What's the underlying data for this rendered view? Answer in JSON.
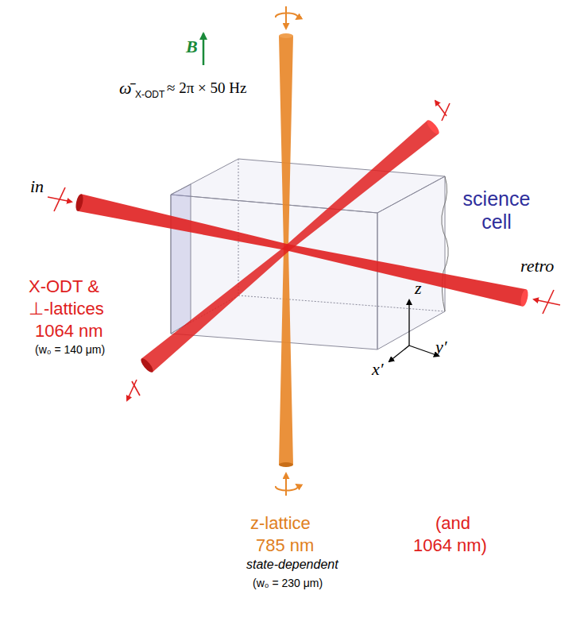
{
  "diagram": {
    "labels": [
      "B",
      "ω̄",
      "X-ODT",
      "≈ 2π × 50 Hz",
      "in",
      "science cell",
      "retro",
      "X-ODT &",
      "⊥-lattices",
      "1064 nm",
      "(w₀ = 140 μm)",
      "z",
      "x′",
      "y′",
      "z-lattice",
      "785 nm",
      "state-dependent",
      "(w₀ = 230 μm)",
      "(and",
      "1064 nm)"
    ]
  }
}
